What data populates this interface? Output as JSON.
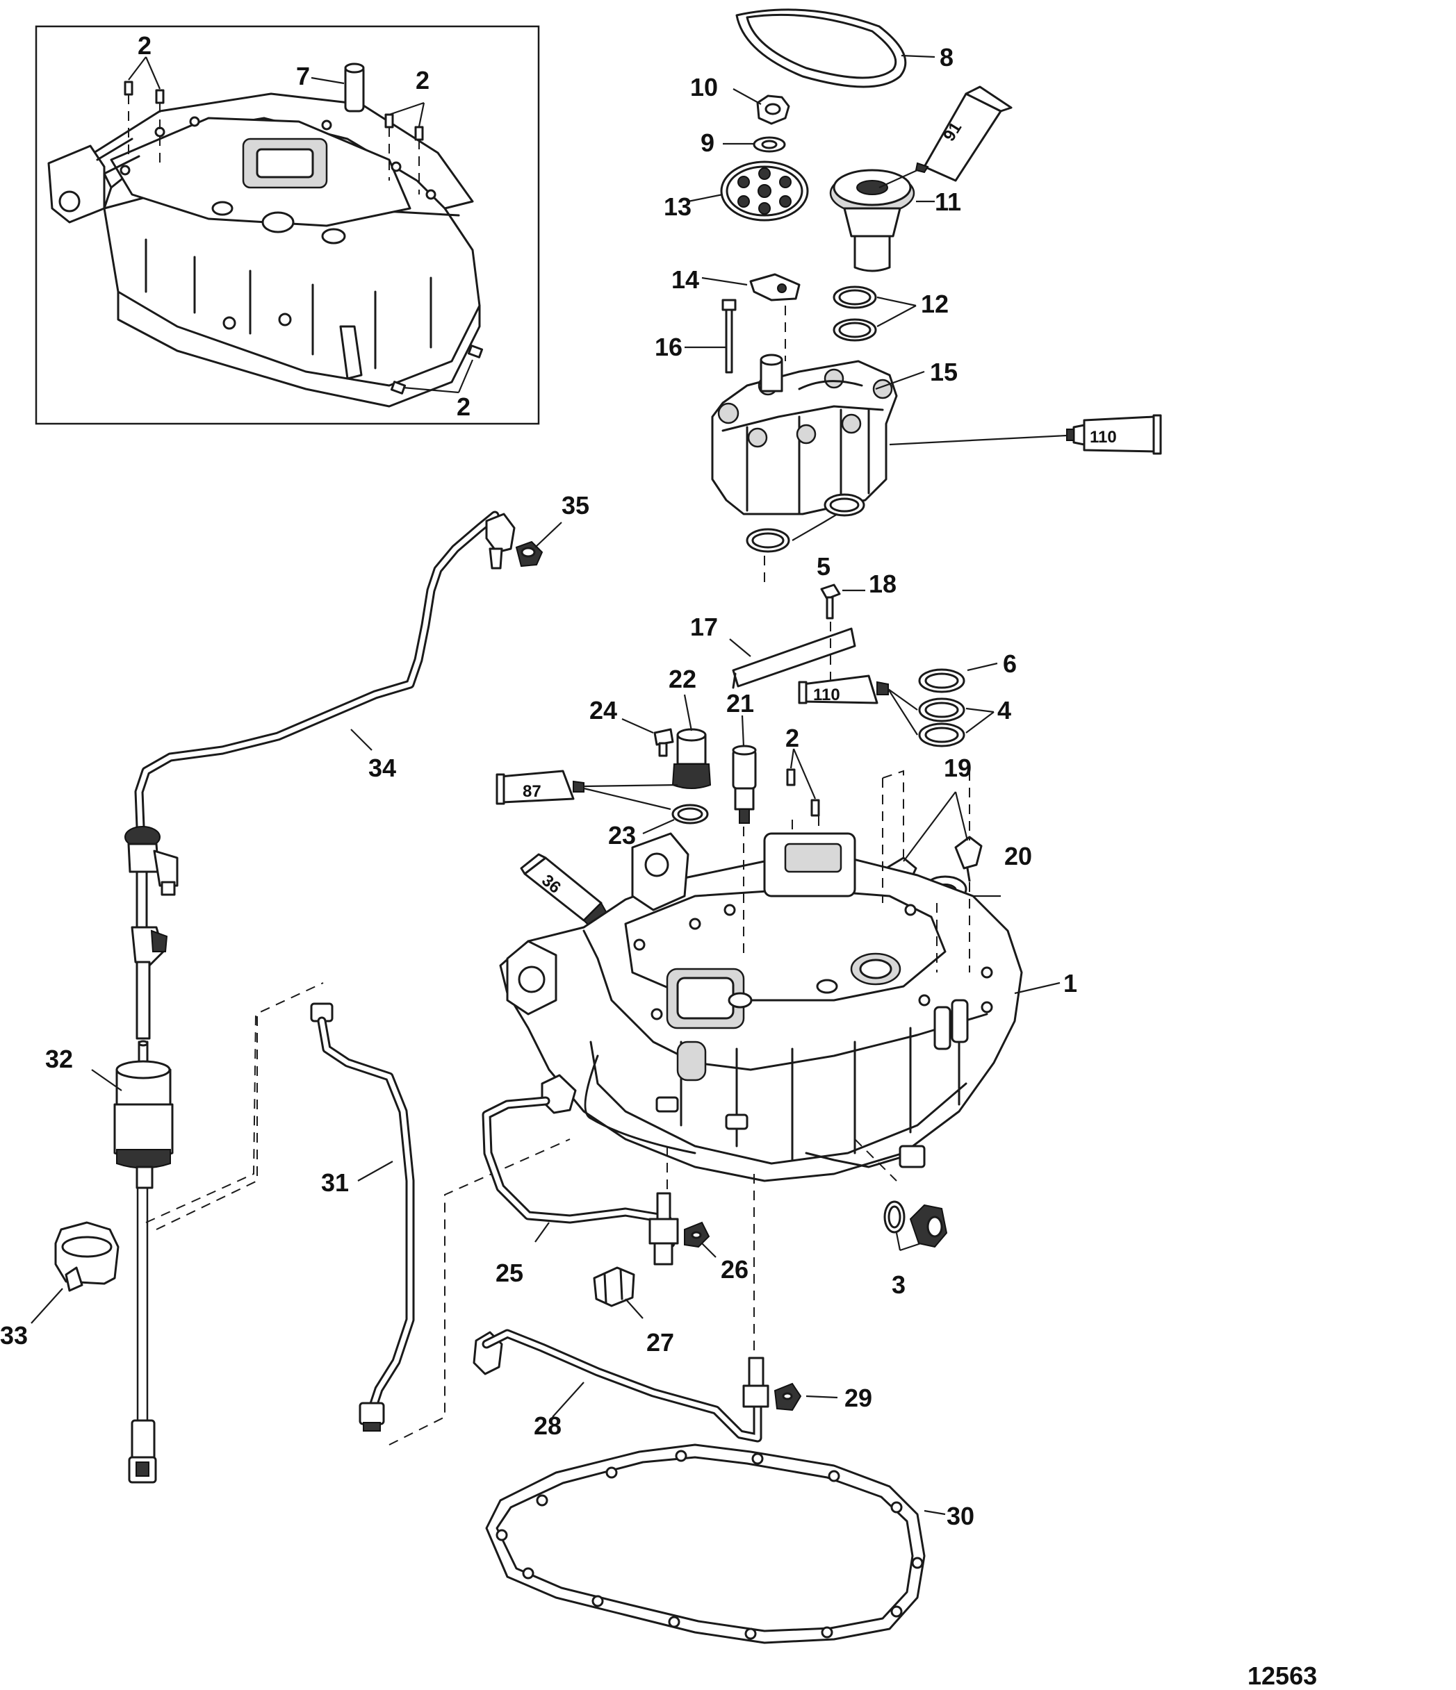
{
  "figure_number": "12563",
  "callouts": [
    {
      "id": "c2a",
      "text": "2"
    },
    {
      "id": "c7",
      "text": "7"
    },
    {
      "id": "c2b",
      "text": "2"
    },
    {
      "id": "c2c",
      "text": "2"
    },
    {
      "id": "c8",
      "text": "8"
    },
    {
      "id": "c10",
      "text": "10"
    },
    {
      "id": "c9",
      "text": "9"
    },
    {
      "id": "c11",
      "text": "11"
    },
    {
      "id": "c13",
      "text": "13"
    },
    {
      "id": "c14",
      "text": "14"
    },
    {
      "id": "c12",
      "text": "12"
    },
    {
      "id": "c16",
      "text": "16"
    },
    {
      "id": "c15",
      "text": "15"
    },
    {
      "id": "c35",
      "text": "35"
    },
    {
      "id": "c5",
      "text": "5"
    },
    {
      "id": "c18",
      "text": "18"
    },
    {
      "id": "c17",
      "text": "17"
    },
    {
      "id": "c6",
      "text": "6"
    },
    {
      "id": "c22",
      "text": "22"
    },
    {
      "id": "c21",
      "text": "21"
    },
    {
      "id": "c24",
      "text": "24"
    },
    {
      "id": "c4",
      "text": "4"
    },
    {
      "id": "c34",
      "text": "34"
    },
    {
      "id": "c2d",
      "text": "2"
    },
    {
      "id": "c19",
      "text": "19"
    },
    {
      "id": "c23",
      "text": "23"
    },
    {
      "id": "c20",
      "text": "20"
    },
    {
      "id": "c1",
      "text": "1"
    },
    {
      "id": "c32",
      "text": "32"
    },
    {
      "id": "c31",
      "text": "31"
    },
    {
      "id": "c25",
      "text": "25"
    },
    {
      "id": "c26",
      "text": "26"
    },
    {
      "id": "c3",
      "text": "3"
    },
    {
      "id": "c33",
      "text": "33"
    },
    {
      "id": "c27",
      "text": "27"
    },
    {
      "id": "c28",
      "text": "28"
    },
    {
      "id": "c29",
      "text": "29"
    },
    {
      "id": "c30",
      "text": "30"
    }
  ],
  "sealant_tubes": [
    {
      "id": "t91",
      "label": "91"
    },
    {
      "id": "t110a",
      "label": "110"
    },
    {
      "id": "t110b",
      "label": "110"
    },
    {
      "id": "t87",
      "label": "87"
    },
    {
      "id": "t36",
      "label": "36"
    }
  ]
}
